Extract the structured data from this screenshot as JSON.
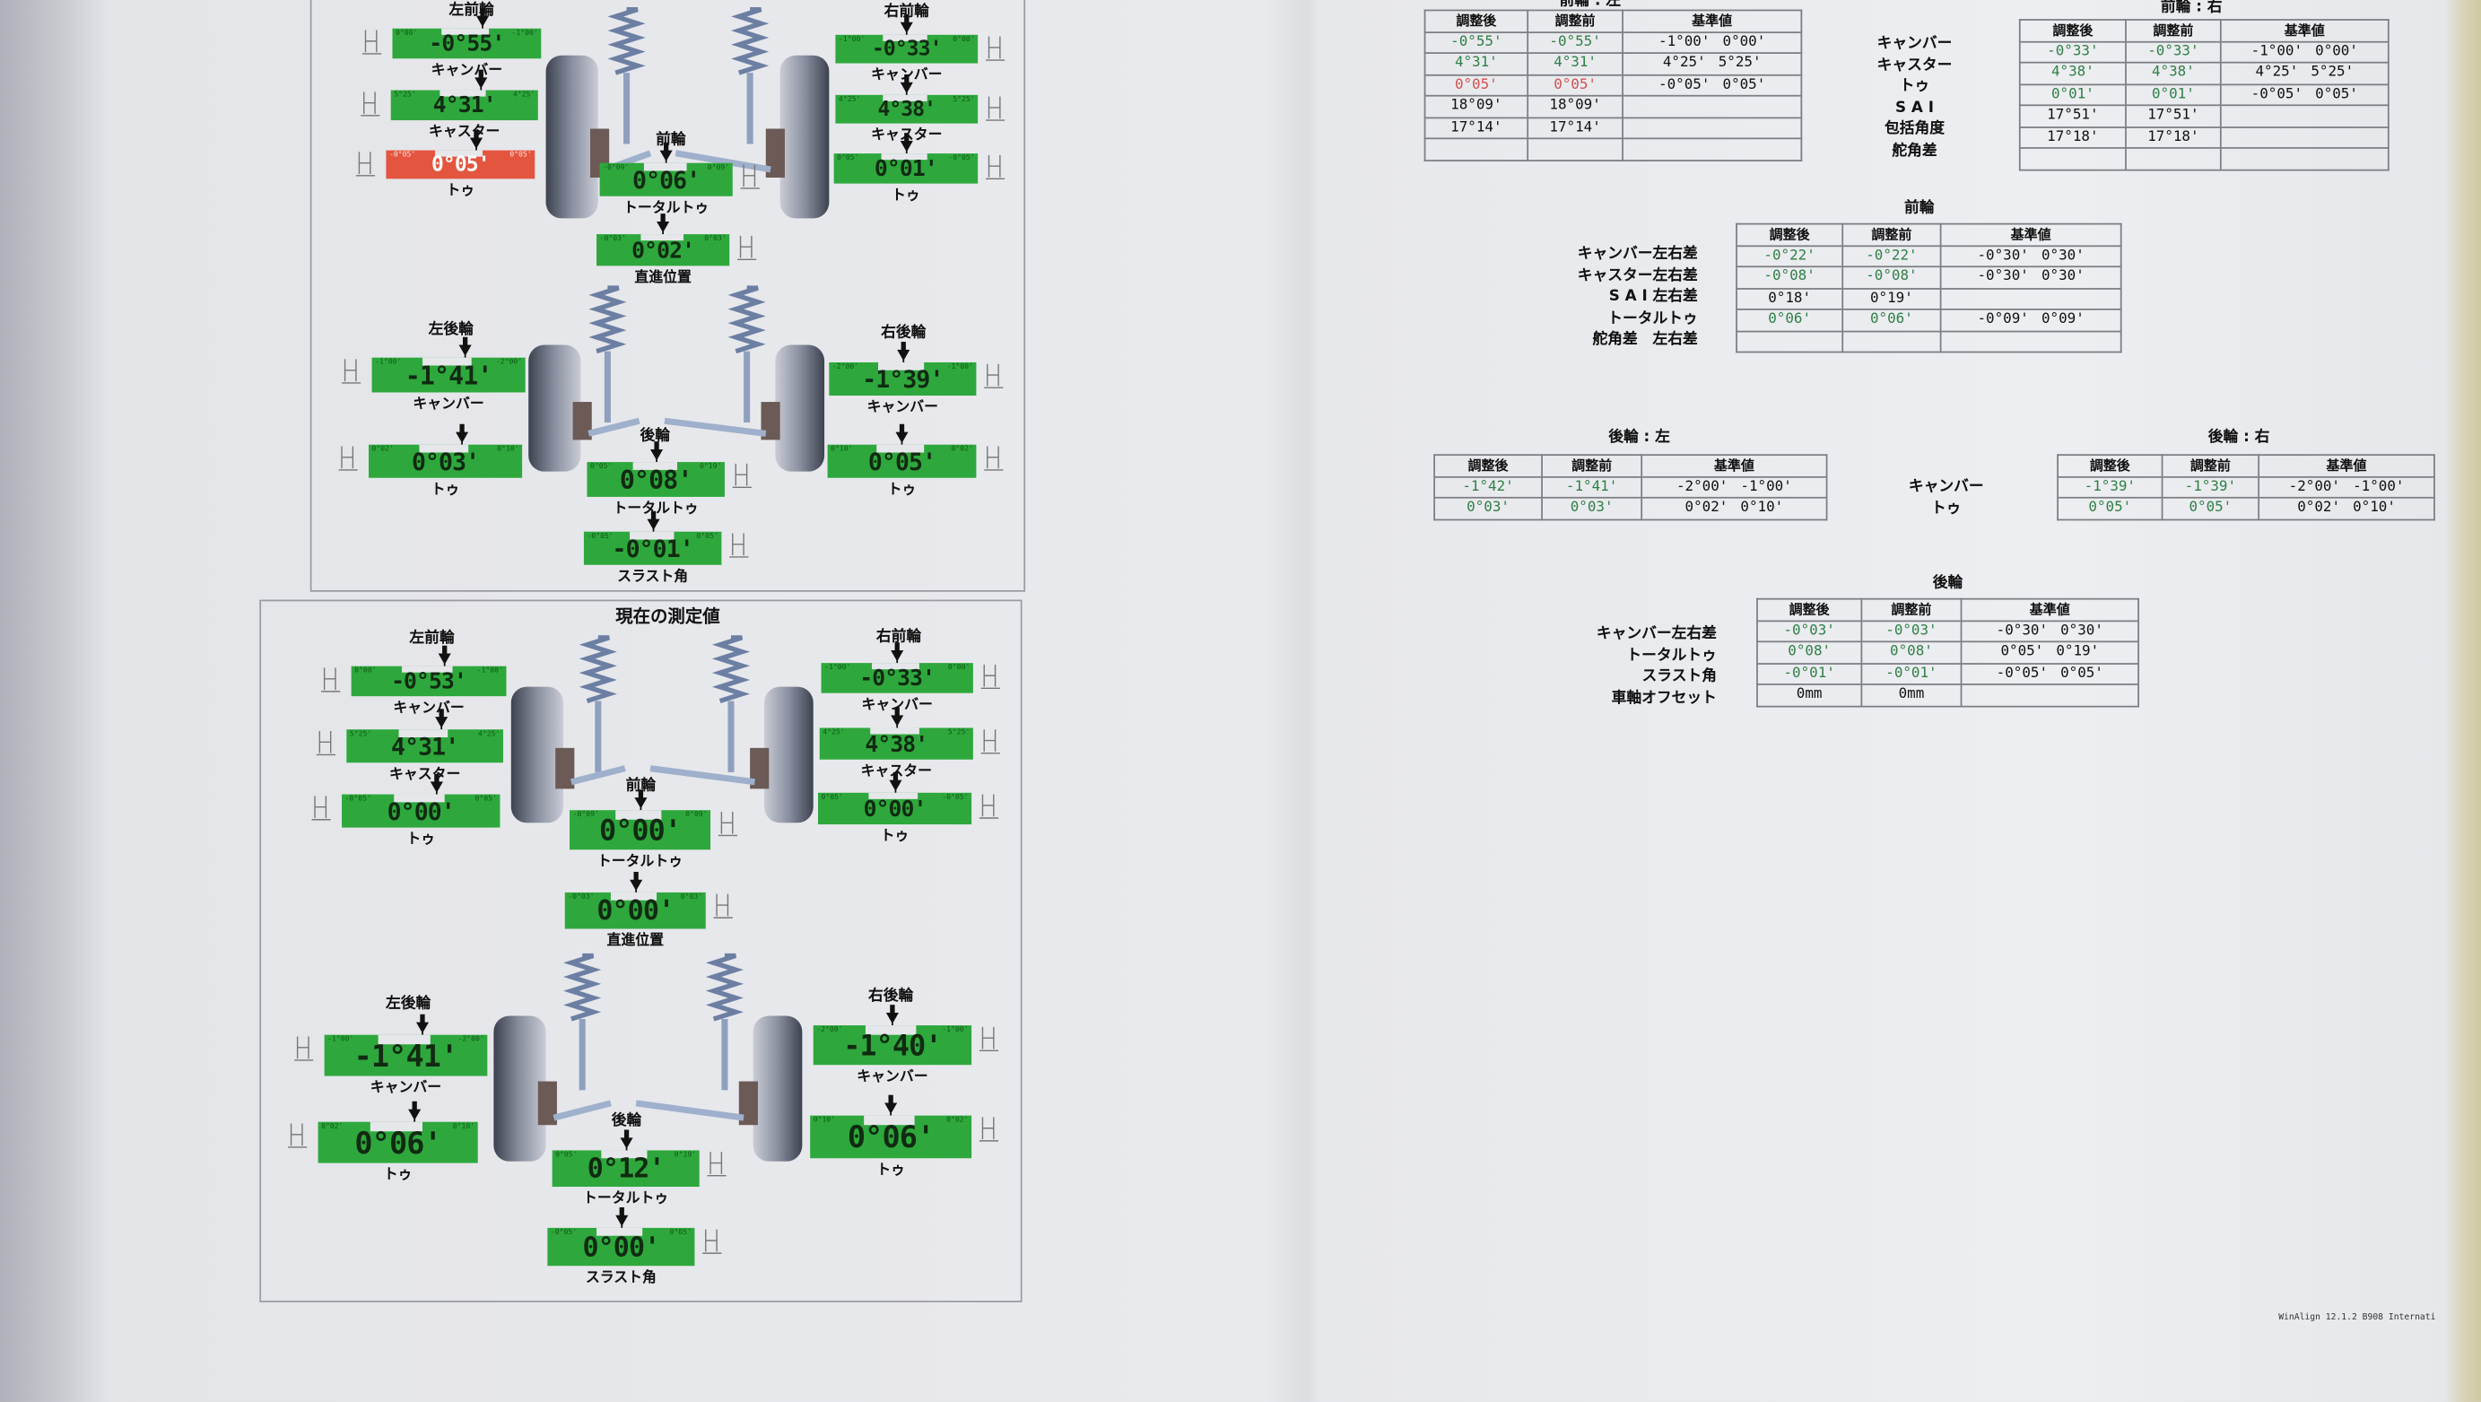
{
  "panels": [
    {
      "title": "",
      "groups": {
        "lf": "左前輪",
        "rf": "右前輪",
        "front": "前輪",
        "lr": "左後輪",
        "rr": "右後輪",
        "rear": "後輪"
      },
      "gauges": {
        "lf_camber": {
          "label": "キャンバー",
          "value": "-0°55'",
          "min": "0°00'",
          "max": "-1°00'",
          "status": "ok"
        },
        "lf_caster": {
          "label": "キャスター",
          "value": "4°31'",
          "min": "5°25'",
          "max": "4°25'",
          "status": "ok"
        },
        "lf_toe": {
          "label": "トゥ",
          "value": "0°05'",
          "min": "-0°05'",
          "max": "0°05'",
          "status": "out"
        },
        "rf_camber": {
          "label": "キャンバー",
          "value": "-0°33'",
          "min": "-1°00'",
          "max": "0°00'",
          "status": "ok"
        },
        "rf_caster": {
          "label": "キャスター",
          "value": "4°38'",
          "min": "4°25'",
          "max": "5°25'",
          "status": "ok"
        },
        "rf_toe": {
          "label": "トゥ",
          "value": "0°01'",
          "min": "0°05'",
          "max": "-0°05'",
          "status": "ok"
        },
        "f_total_toe": {
          "label": "トータルトゥ",
          "value": "0°06'",
          "min": "-0°09'",
          "max": "0°09'",
          "status": "ok"
        },
        "f_straight": {
          "label": "直進位置",
          "value": "0°02'",
          "min": "-0°03'",
          "max": "0°03'",
          "status": "ok"
        },
        "lr_camber": {
          "label": "キャンバー",
          "value": "-1°41'",
          "min": "-1°00'",
          "max": "-2°00'",
          "status": "ok"
        },
        "lr_toe": {
          "label": "トゥ",
          "value": "0°03'",
          "min": "0°02'",
          "max": "0°10'",
          "status": "ok"
        },
        "rr_camber": {
          "label": "キャンバー",
          "value": "-1°39'",
          "min": "-2°00'",
          "max": "-1°00'",
          "status": "ok"
        },
        "rr_toe": {
          "label": "トゥ",
          "value": "0°05'",
          "min": "0°10'",
          "max": "0°02'",
          "status": "ok"
        },
        "r_total_toe": {
          "label": "トータルトゥ",
          "value": "0°08'",
          "min": "0°05'",
          "max": "0°19'",
          "status": "ok"
        },
        "r_thrust": {
          "label": "スラスト角",
          "value": "-0°01'",
          "min": "-0°05'",
          "max": "0°05'",
          "status": "ok"
        }
      }
    },
    {
      "title": "現在の測定値",
      "groups": {
        "lf": "左前輪",
        "rf": "右前輪",
        "front": "前輪",
        "lr": "左後輪",
        "rr": "右後輪",
        "rear": "後輪"
      },
      "gauges": {
        "lf_camber": {
          "label": "キャンバー",
          "value": "-0°53'",
          "min": "0°00'",
          "max": "-1°00'",
          "status": "ok"
        },
        "lf_caster": {
          "label": "キャスター",
          "value": "4°31'",
          "min": "5°25'",
          "max": "4°25'",
          "status": "ok"
        },
        "lf_toe": {
          "label": "トゥ",
          "value": "0°00'",
          "min": "-0°05'",
          "max": "0°05'",
          "status": "ok"
        },
        "rf_camber": {
          "label": "キャンバー",
          "value": "-0°33'",
          "min": "-1°00'",
          "max": "0°00'",
          "status": "ok"
        },
        "rf_caster": {
          "label": "キャスター",
          "value": "4°38'",
          "min": "4°25'",
          "max": "5°25'",
          "status": "ok"
        },
        "rf_toe": {
          "label": "トゥ",
          "value": "0°00'",
          "min": "0°05'",
          "max": "-0°05'",
          "status": "ok"
        },
        "f_total_toe": {
          "label": "トータルトゥ",
          "value": "0°00'",
          "min": "-0°09'",
          "max": "0°09'",
          "status": "ok"
        },
        "f_straight": {
          "label": "直進位置",
          "value": "0°00'",
          "min": "-0°03'",
          "max": "0°03'",
          "status": "ok"
        },
        "lr_camber": {
          "label": "キャンバー",
          "value": "-1°41'",
          "min": "-1°00'",
          "max": "-2°00'",
          "status": "ok"
        },
        "lr_toe": {
          "label": "トゥ",
          "value": "0°06'",
          "min": "0°02'",
          "max": "0°10'",
          "status": "ok"
        },
        "rr_camber": {
          "label": "キャンバー",
          "value": "-1°40'",
          "min": "-2°00'",
          "max": "-1°00'",
          "status": "ok"
        },
        "rr_toe": {
          "label": "トゥ",
          "value": "0°06'",
          "min": "0°10'",
          "max": "0°02'",
          "status": "ok"
        },
        "r_total_toe": {
          "label": "トータルトゥ",
          "value": "0°12'",
          "min": "0°05'",
          "max": "0°19'",
          "status": "ok"
        },
        "r_thrust": {
          "label": "スラスト角",
          "value": "0°00'",
          "min": "-0°05'",
          "max": "0°05'",
          "status": "ok"
        }
      }
    }
  ],
  "table_headers": [
    "調整後",
    "調整前",
    "基準値"
  ],
  "tables": {
    "front_left": {
      "title": "前輪 : 左",
      "rows": [
        {
          "after": "-0°55'",
          "before": "-0°55'",
          "min": "-1°00'",
          "max": "0°00'",
          "status": "ok"
        },
        {
          "after": "4°31'",
          "before": "4°31'",
          "min": "4°25'",
          "max": "5°25'",
          "status": "ok"
        },
        {
          "after": "0°05'",
          "before": "0°05'",
          "min": "-0°05'",
          "max": "0°05'",
          "status": "out"
        },
        {
          "after": "18°09'",
          "before": "18°09'",
          "min": "",
          "max": "",
          "status": "none"
        },
        {
          "after": "17°14'",
          "before": "17°14'",
          "min": "",
          "max": "",
          "status": "none"
        },
        {
          "after": "",
          "before": "",
          "min": "",
          "max": "",
          "status": "none"
        }
      ]
    },
    "front_right": {
      "title": "前輪 : 右",
      "rows": [
        {
          "after": "-0°33'",
          "before": "-0°33'",
          "min": "-1°00'",
          "max": "0°00'",
          "status": "ok"
        },
        {
          "after": "4°38'",
          "before": "4°38'",
          "min": "4°25'",
          "max": "5°25'",
          "status": "ok"
        },
        {
          "after": "0°01'",
          "before": "0°01'",
          "min": "-0°05'",
          "max": "0°05'",
          "status": "ok"
        },
        {
          "after": "17°51'",
          "before": "17°51'",
          "min": "",
          "max": "",
          "status": "none"
        },
        {
          "after": "17°18'",
          "before": "17°18'",
          "min": "",
          "max": "",
          "status": "none"
        },
        {
          "after": "",
          "before": "",
          "min": "",
          "max": "",
          "status": "none"
        }
      ]
    },
    "front_axle": {
      "title": "前輪",
      "rows": [
        {
          "after": "-0°22'",
          "before": "-0°22'",
          "min": "-0°30'",
          "max": "0°30'",
          "status": "ok"
        },
        {
          "after": "-0°08'",
          "before": "-0°08'",
          "min": "-0°30'",
          "max": "0°30'",
          "status": "ok"
        },
        {
          "after": "0°18'",
          "before": "0°19'",
          "min": "",
          "max": "",
          "status": "none"
        },
        {
          "after": "0°06'",
          "before": "0°06'",
          "min": "-0°09'",
          "max": "0°09'",
          "status": "ok"
        },
        {
          "after": "",
          "before": "",
          "min": "",
          "max": "",
          "status": "none"
        }
      ]
    },
    "rear_left": {
      "title": "後輪 : 左",
      "rows": [
        {
          "after": "-1°42'",
          "before": "-1°41'",
          "min": "-2°00'",
          "max": "-1°00'",
          "status": "ok"
        },
        {
          "after": "0°03'",
          "before": "0°03'",
          "min": "0°02'",
          "max": "0°10'",
          "status": "ok"
        }
      ]
    },
    "rear_right": {
      "title": "後輪 : 右",
      "rows": [
        {
          "after": "-1°39'",
          "before": "-1°39'",
          "min": "-2°00'",
          "max": "-1°00'",
          "status": "ok"
        },
        {
          "after": "0°05'",
          "before": "0°05'",
          "min": "0°02'",
          "max": "0°10'",
          "status": "ok"
        }
      ]
    },
    "rear_axle": {
      "title": "後輪",
      "rows": [
        {
          "after": "-0°03'",
          "before": "-0°03'",
          "min": "-0°30'",
          "max": "0°30'",
          "status": "ok"
        },
        {
          "after": "0°08'",
          "before": "0°08'",
          "min": "0°05'",
          "max": "0°19'",
          "status": "ok"
        },
        {
          "after": "-0°01'",
          "before": "-0°01'",
          "min": "-0°05'",
          "max": "0°05'",
          "status": "ok"
        },
        {
          "after": "0mm",
          "before": "0mm",
          "min": "",
          "max": "",
          "status": "none"
        }
      ]
    }
  },
  "row_labels": {
    "front_wheel": [
      "キャンバー",
      "キャスター",
      "トゥ",
      "S A I",
      "包括角度",
      "舵角差"
    ],
    "front_axle": [
      "キャンバー左右差",
      "キャスター左右差",
      "S A I 左右差",
      "トータルトゥ",
      "舵角差　左右差"
    ],
    "rear_wheel": [
      "キャンバー",
      "トゥ"
    ],
    "rear_axle": [
      "キャンバー左右差",
      "トータルトゥ",
      "スラスト角",
      "車軸オフセット"
    ]
  },
  "footer": "WinAlign 12.1.2 B908  Internati",
  "colors": {
    "in_spec": "#2ea83c",
    "out_of_spec": "#e4553f",
    "ok_text": "#2f7f45",
    "out_text": "#d25050"
  }
}
